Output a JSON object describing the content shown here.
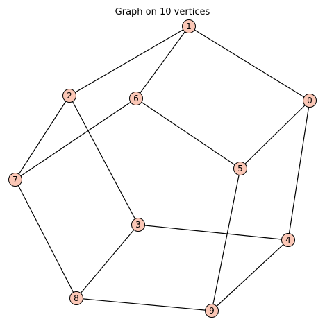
{
  "title": "Graph on 10 vertices",
  "colors": {
    "node_fill": "#fbc7b6",
    "node_stroke": "#000000",
    "edge": "#000000"
  },
  "graph": {
    "vertices": [
      "0",
      "1",
      "2",
      "3",
      "4",
      "5",
      "6",
      "7",
      "8",
      "9"
    ],
    "edges": [
      [
        "0",
        "1"
      ],
      [
        "0",
        "4"
      ],
      [
        "0",
        "5"
      ],
      [
        "1",
        "2"
      ],
      [
        "1",
        "6"
      ],
      [
        "2",
        "3"
      ],
      [
        "2",
        "7"
      ],
      [
        "3",
        "4"
      ],
      [
        "3",
        "8"
      ],
      [
        "4",
        "9"
      ],
      [
        "5",
        "6"
      ],
      [
        "5",
        "9"
      ],
      [
        "6",
        "7"
      ],
      [
        "7",
        "8"
      ],
      [
        "8",
        "9"
      ]
    ]
  }
}
